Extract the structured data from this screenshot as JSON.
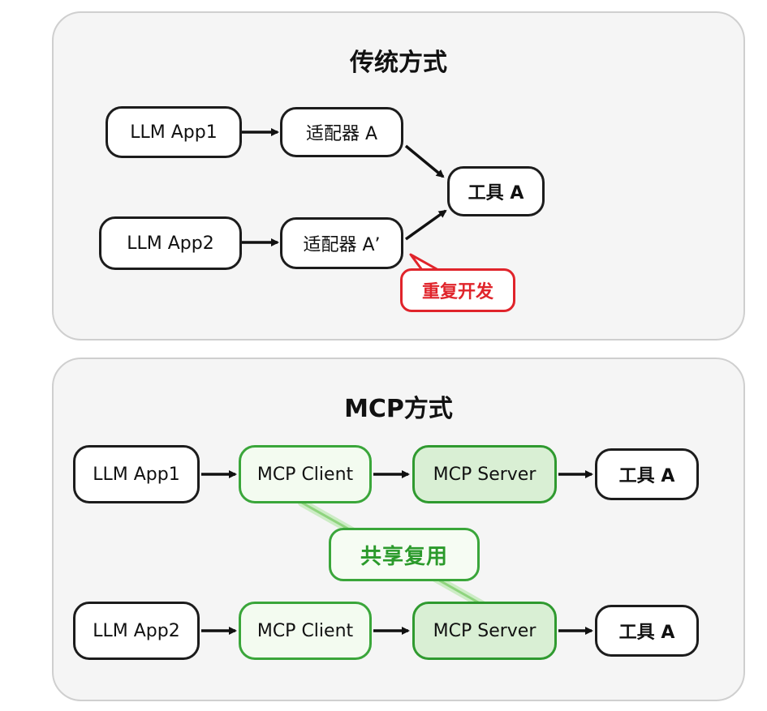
{
  "traditional": {
    "title": "传统方式",
    "app1": "LLM App1",
    "app2": "LLM App2",
    "adapter1": "适配器 A",
    "adapter2": "适配器 A’",
    "tool": "工具 A",
    "note": "重复开发"
  },
  "mcp": {
    "title": "MCP方式",
    "row1": {
      "app": "LLM App1",
      "client": "MCP Client",
      "server": "MCP Server",
      "tool": "工具 A"
    },
    "row2": {
      "app": "LLM App2",
      "client": "MCP Client",
      "server": "MCP Server",
      "tool": "工具 A"
    },
    "note": "共享复用"
  },
  "colors": {
    "warning": "#e0242b",
    "mcp_green": "#3aa63a",
    "server_fill": "#d9efd4"
  }
}
